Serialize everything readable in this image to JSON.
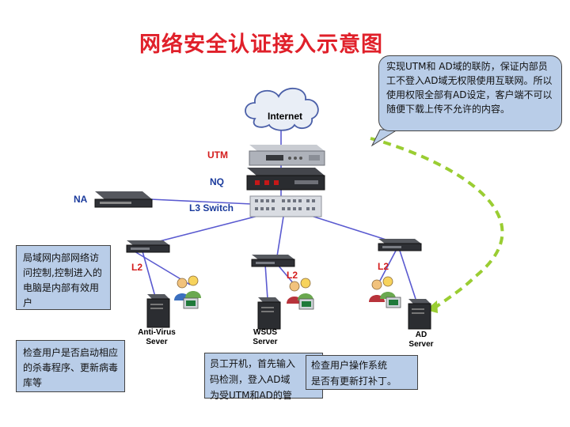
{
  "title": "网络安全认证接入示意图",
  "bubble_text": "实现UTM和 AD域的联防，保证内部员工不登入AD域无权限使用互联网。所以使用权限全部有AD设定，客户端不可以随便下载上传不允许的内容。",
  "internet_label": "Internet",
  "devices": {
    "utm": "UTM",
    "nq": "NQ",
    "na": "NA",
    "l3": "L3 Switch",
    "l2_left": "L2",
    "l2_mid": "L2",
    "l2_right": "L2"
  },
  "servers": {
    "av_line1": "Anti-Virus",
    "av_line2": "Sever",
    "wsus_line1": "WSUS",
    "wsus_line2": "Server",
    "ad_line1": "AD",
    "ad_line2": "Server"
  },
  "notes": {
    "internal": "局域网内部网络访问控制,控制进入的电脑是内部有效用户",
    "antivirus": "检查用户是否启动相应的杀毒程序、更新病毒库等",
    "login_line1": "员工开机，首先输入",
    "login_line2": "码检测，登入AD域",
    "login_line3": "为受UTM和AD的管",
    "patch_line1": "检查用户操作系统",
    "patch_line2": "是否有更新打补丁。"
  },
  "colors": {
    "title": "#e0202a",
    "red_label": "#d41c1c",
    "blue_label": "#1a3a9c",
    "note_bg": "#b9cde8",
    "callout_bg": "#b9cde8",
    "link_line": "#5a5ad0",
    "dashed_curve": "#9acd32"
  }
}
